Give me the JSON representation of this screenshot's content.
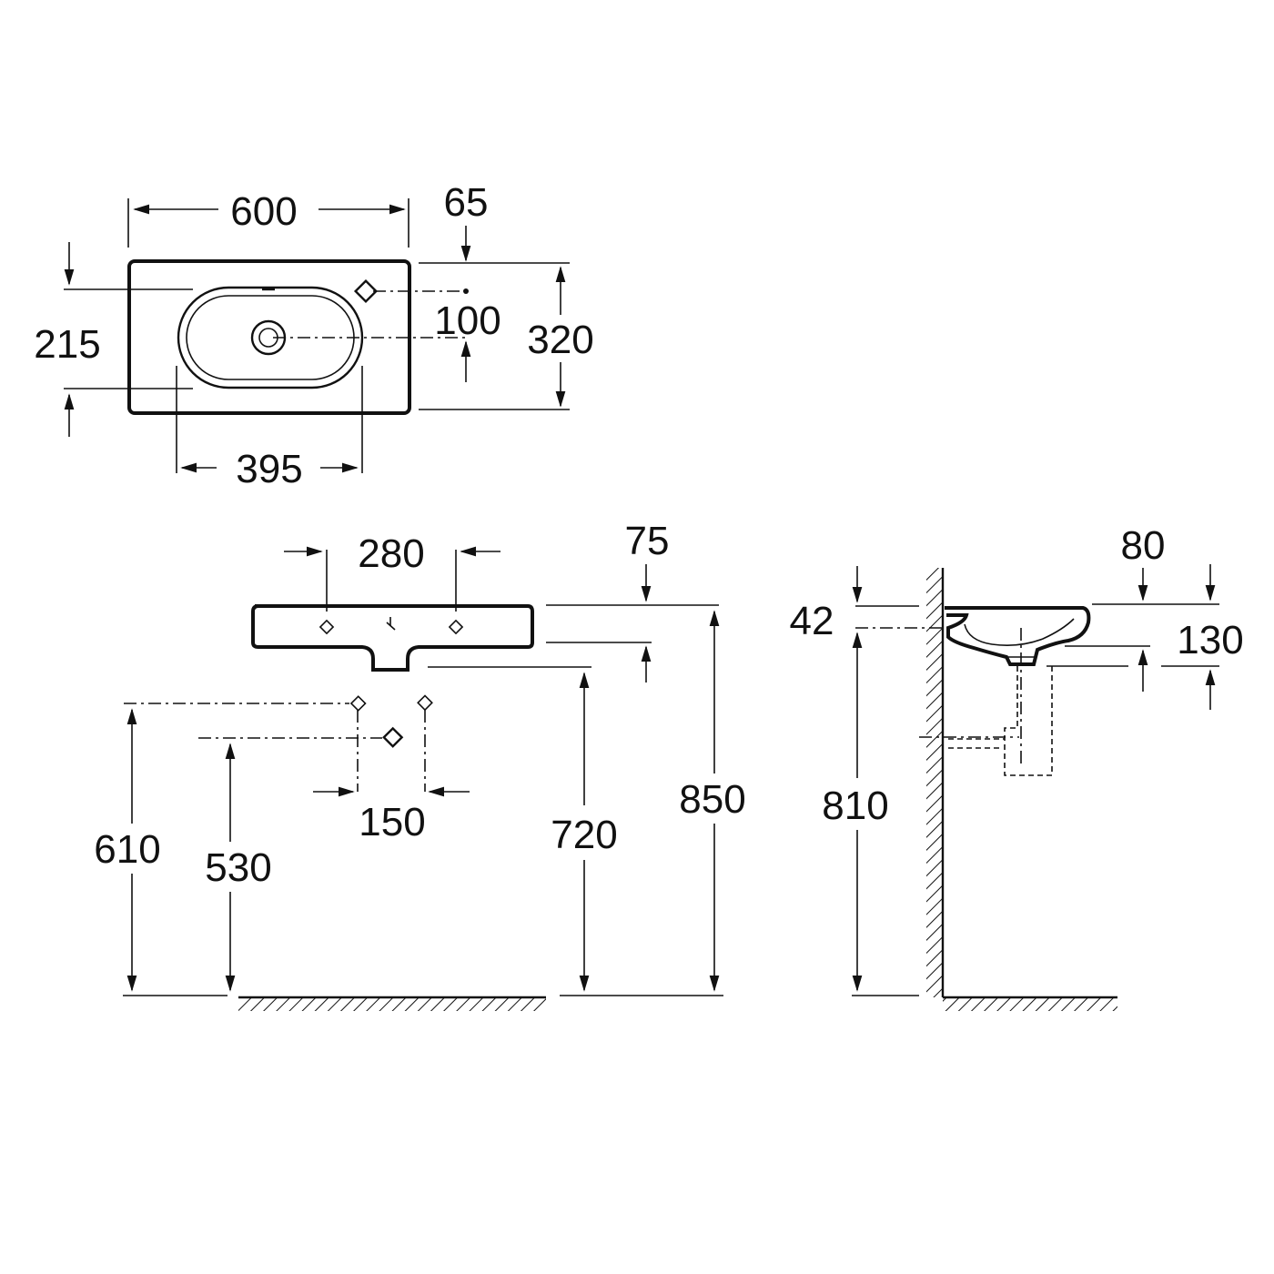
{
  "colors": {
    "line": "#111111",
    "background": "#ffffff"
  },
  "dimensions": {
    "top_width": "600",
    "top_tap_offset": "65",
    "top_left_height": "215",
    "top_tap_to_drain": "100",
    "top_depth": "320",
    "top_bowl_width": "395",
    "front_holes": "280",
    "front_thickness": "75",
    "front_pipes": "150",
    "front_h_supply_high": "610",
    "front_h_supply_low": "530",
    "front_h_bottom": "720",
    "front_h_top": "850",
    "side_top_offset": "42",
    "side_tap_offset": "80",
    "side_depth": "130",
    "side_h_top": "810"
  }
}
